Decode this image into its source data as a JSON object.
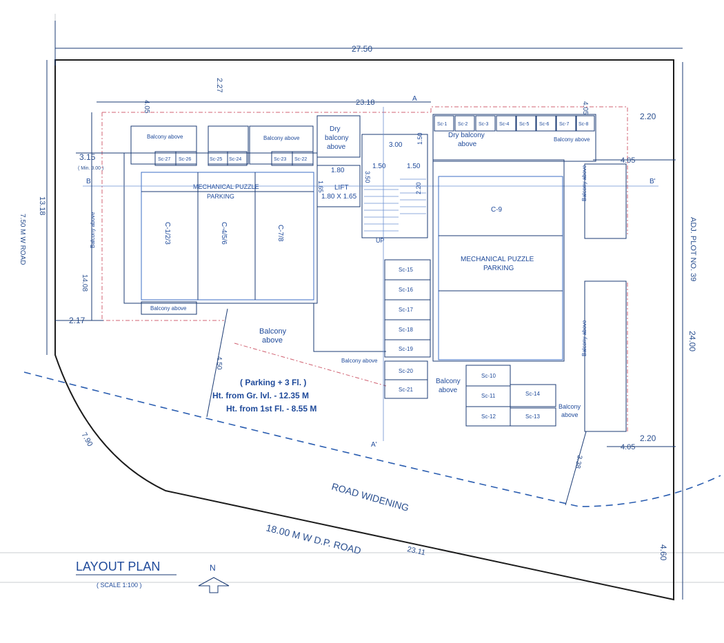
{
  "title": "LAYOUT PLAN",
  "scale": "( SCALE 1:100 )",
  "north": "N",
  "roads": {
    "widening": "ROAD WIDENING",
    "main": "18.00 M W D.P. ROAD",
    "side": "7.50 M W ROAD",
    "adjacent": "ADJ. PLOT NO. 39"
  },
  "parking_note": {
    "line1": "( Parking + 3 Fl. )",
    "line2": "Ht. from Gr. lvl.  - 12.35 M",
    "line3": "Ht. from 1st Fl.  - 8.55 M"
  },
  "labels": {
    "mech_left_1": "MECHANICAL PUZZLE",
    "mech_left_2": "PARKING",
    "mech_right_1": "MECHANICAL PUZZLE",
    "mech_right_2": "PARKING",
    "c123": "C-1/2/3",
    "c456": "C-4/5/6",
    "c78": "C-7/8",
    "c9": "C-9",
    "lift": "LIFT",
    "lift_size": "1.80 X 1.65",
    "up": "UP",
    "dry_balcony_1": "Dry",
    "dry_balcony_2": "balcony",
    "dry_balcony_3": "above",
    "dry_balcony_r1": "Dry balcony",
    "dry_balcony_r2": "above",
    "balcony_above": "Balcony above",
    "balcony": "Balcony",
    "above": "above",
    "section_a": "A",
    "section_a2": "A'",
    "section_b": "B",
    "section_b2": "B'",
    "min": "( Min. 3.00 )"
  },
  "scooters_top_left": [
    "Sc-27",
    "Sc-26",
    "Sc-25",
    "Sc-24",
    "Sc-23",
    "Sc-22"
  ],
  "scooters_top_right": [
    "Sc-1",
    "Sc-2",
    "Sc-3",
    "Sc-4",
    "Sc-5",
    "Sc-6",
    "Sc-7",
    "Sc-8"
  ],
  "scooters_mid": [
    "Sc-15",
    "Sc-16",
    "Sc-17",
    "Sc-18",
    "Sc-19",
    "Sc-20",
    "Sc-21"
  ],
  "scooters_bottom": [
    "Sc-10",
    "Sc-11",
    "Sc-12",
    "Sc-14",
    "Sc-13"
  ],
  "dimensions": {
    "d2750": "27.50",
    "d2318": "23.18",
    "d227": "2.27",
    "d405a": "4.05",
    "d405b": "4.05",
    "d405c": "4.05",
    "d405d": "4.05",
    "d220a": "2.20",
    "d220b": "2.20",
    "d315": "3.15",
    "d1318": "13.18",
    "d1408": "14.08",
    "d217": "2.17",
    "d450": "4.50",
    "d790": "7.90",
    "d2311": "23.11",
    "d460": "4.60",
    "d2400": "24.00",
    "d338": "3.38",
    "d300": "3.00",
    "d150a": "1.50",
    "d150b": "1.50",
    "d150c": "1.50",
    "d180": "1.80",
    "d165": "1.65",
    "d350": "3.50",
    "d220c": "2.20"
  }
}
